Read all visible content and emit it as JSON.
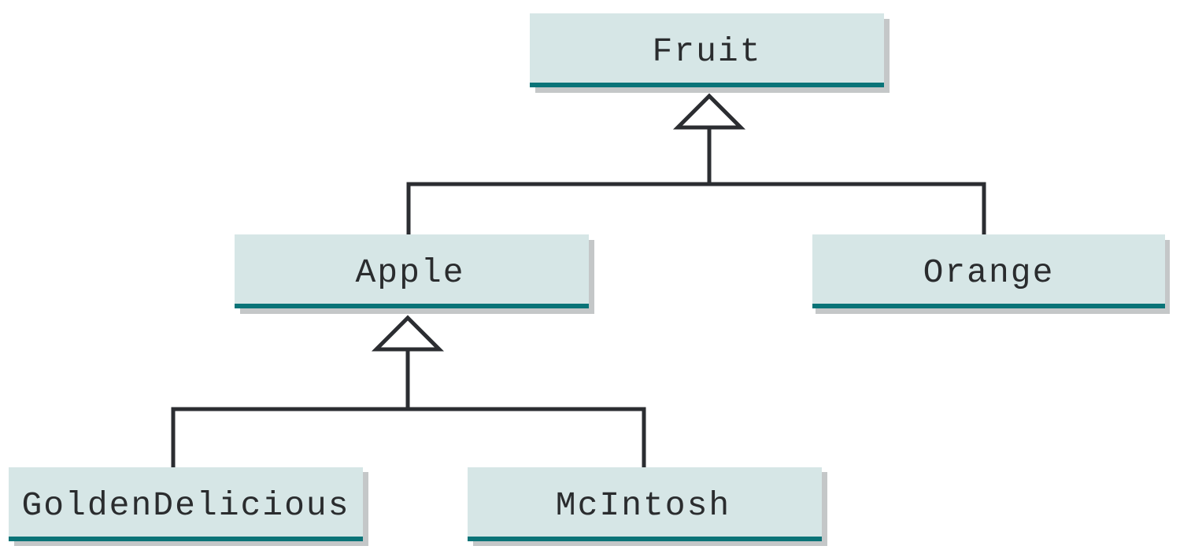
{
  "diagram": {
    "type": "class-hierarchy",
    "classes": {
      "fruit": "Fruit",
      "apple": "Apple",
      "orange": "Orange",
      "golden_delicious": "GoldenDelicious",
      "mcintosh": "McIntosh"
    },
    "relationships": [
      {
        "child": "Apple",
        "parent": "Fruit",
        "kind": "inheritance"
      },
      {
        "child": "Orange",
        "parent": "Fruit",
        "kind": "inheritance"
      },
      {
        "child": "GoldenDelicious",
        "parent": "Apple",
        "kind": "inheritance"
      },
      {
        "child": "McIntosh",
        "parent": "Apple",
        "kind": "inheritance"
      }
    ],
    "colors": {
      "box_fill": "#d6e6e6",
      "underline": "#0a7478",
      "shadow": "#c4c7c8",
      "line": "#2b2d31"
    }
  }
}
